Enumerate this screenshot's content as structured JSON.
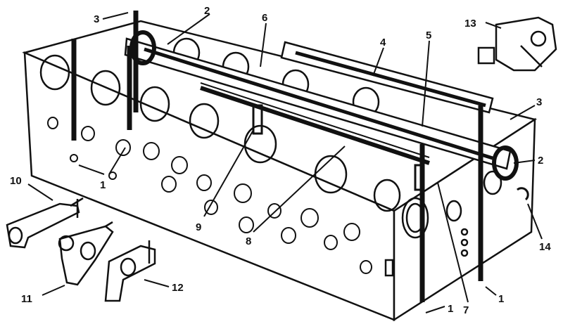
{
  "figure": {
    "background": "#ffffff",
    "ink_color": "#111111",
    "callouts": [
      {
        "id": "c1a",
        "label": "1"
      },
      {
        "id": "c1b",
        "label": "1"
      },
      {
        "id": "c1c",
        "label": "1"
      },
      {
        "id": "c1d",
        "label": "1"
      },
      {
        "id": "c2a",
        "label": "2"
      },
      {
        "id": "c2b",
        "label": "2"
      },
      {
        "id": "c3a",
        "label": "3"
      },
      {
        "id": "c3b",
        "label": "3"
      },
      {
        "id": "c4",
        "label": "4"
      },
      {
        "id": "c5",
        "label": "5"
      },
      {
        "id": "c6",
        "label": "6"
      },
      {
        "id": "c7",
        "label": "7"
      },
      {
        "id": "c8",
        "label": "8"
      },
      {
        "id": "c9",
        "label": "9"
      },
      {
        "id": "c10",
        "label": "10"
      },
      {
        "id": "c11",
        "label": "11"
      },
      {
        "id": "c12",
        "label": "12"
      },
      {
        "id": "c13",
        "label": "13"
      },
      {
        "id": "c14",
        "label": "14"
      }
    ]
  }
}
